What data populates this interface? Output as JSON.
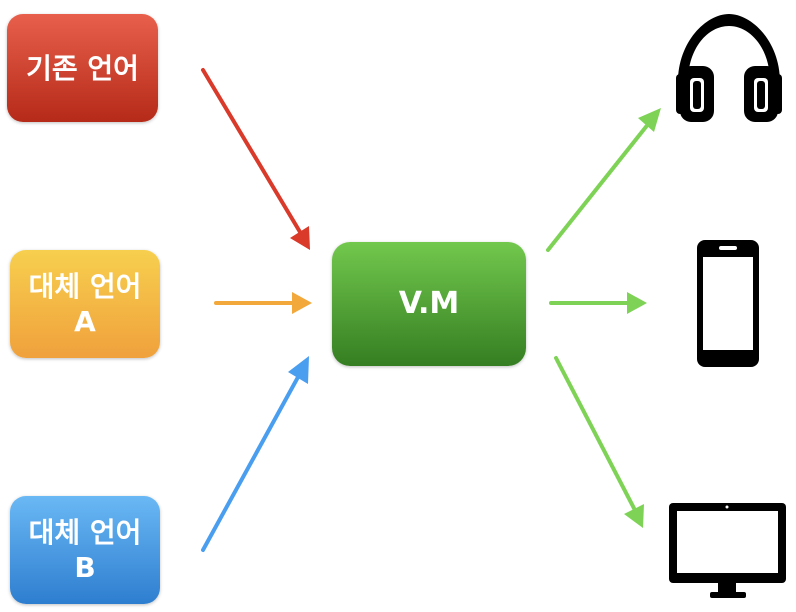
{
  "sources": {
    "existing": {
      "line1": "기존 언어",
      "color": "#c93a25"
    },
    "alt_a": {
      "line1": "대체 언어",
      "line2": "A",
      "color": "#f2a83a"
    },
    "alt_b": {
      "line1": "대체 언어",
      "line2": "B",
      "color": "#3a8fe0"
    }
  },
  "vm": {
    "label": "V.M",
    "color": "#4aa22e"
  },
  "targets": [
    {
      "icon": "headphones-icon"
    },
    {
      "icon": "smartphone-icon"
    },
    {
      "icon": "monitor-icon"
    }
  ],
  "colors": {
    "arrow_existing": "#d93a2a",
    "arrow_alt_a": "#f2a83a",
    "arrow_alt_b": "#4a9eef",
    "arrow_out": "#7ed356",
    "device": "#000000"
  }
}
